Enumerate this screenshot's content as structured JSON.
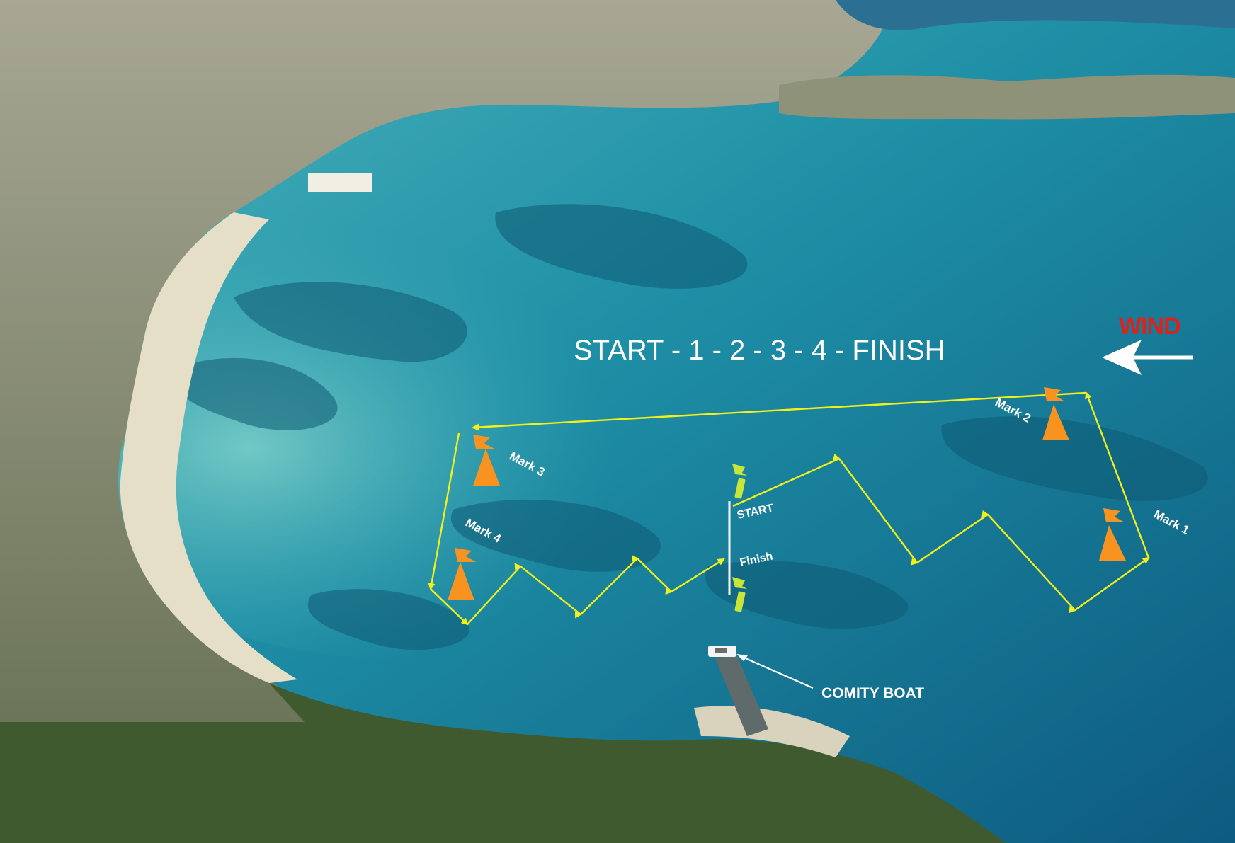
{
  "course": {
    "title": "START - 1 - 2 - 3 - 4 - FINISH"
  },
  "wind": {
    "label": "WIND",
    "color": "#e0201b",
    "arrow_direction": "west"
  },
  "marks": [
    {
      "label": "Mark 1"
    },
    {
      "label": "Mark 2"
    },
    {
      "label": "Mark 3"
    },
    {
      "label": "Mark 4"
    }
  ],
  "start_line": {
    "start_label": "START",
    "finish_label": "Finish"
  },
  "committee_boat": {
    "label": "COMITY BOAT"
  },
  "colors": {
    "course_line": "#f2f01a",
    "mark_buoy": "#f7931e",
    "line_flag": "#c8e63a",
    "label_text": "#ffffff"
  },
  "icons": [
    "orange-mark-flag-icon",
    "green-start-flag-icon",
    "wind-arrow-icon",
    "committee-boat-icon"
  ]
}
